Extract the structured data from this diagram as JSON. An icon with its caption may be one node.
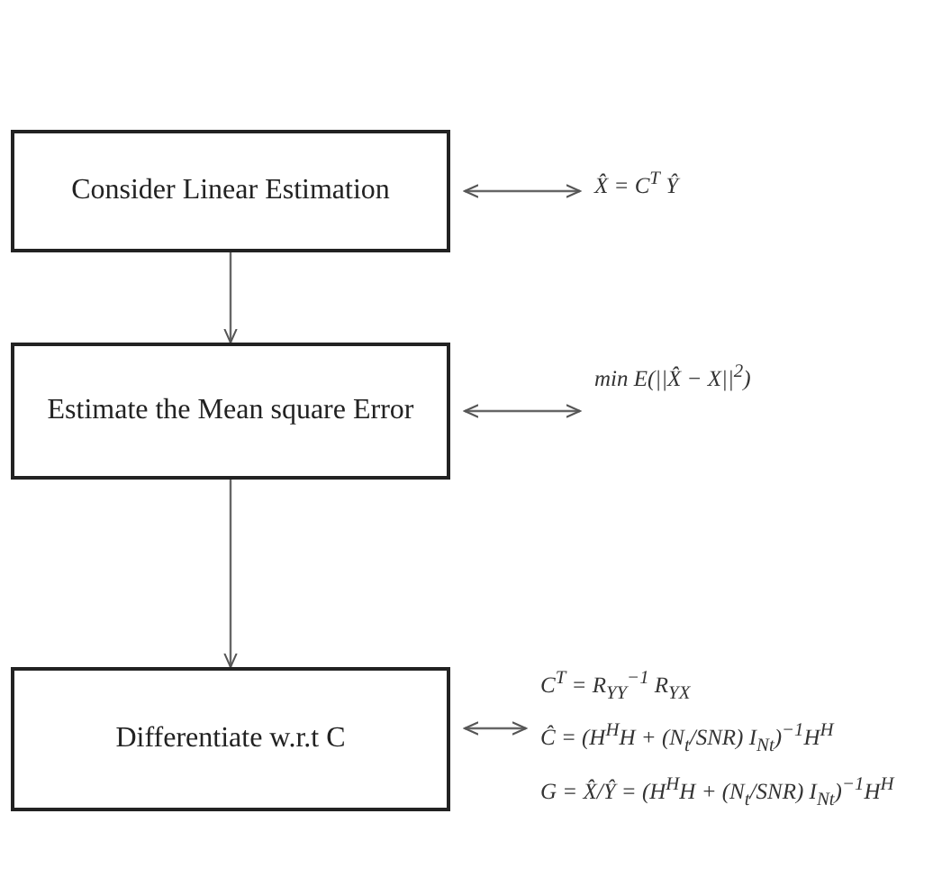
{
  "diagram": {
    "nodes": [
      {
        "text": [
          "Consider Linear Estimation"
        ]
      },
      {
        "text": [
          "X̂ = C$^{T}$ Ŷ"
        ]
      },
      {
        "text": [
          "Estimate the Mean square Error"
        ]
      },
      {
        "text": [
          "min E(||X̂ − X||$^{2}$)"
        ]
      },
      {
        "text": [
          "Differentiate w.r.t C"
        ]
      },
      {
        "text": [
          "C$^{T}$ = R$_{YY}$$^{−1}$ R$_{YX}$",
          "Ĉ = (H$^{H}$H + (N$_{t}$/SNR) I$_{Nt}$)$^{−1}$H$^{H}$",
          "G = X̂/Ŷ = (H$^{H}$H + (N$_{t}$/SNR) I$_{Nt}$)$^{−1}$H$^{H}$"
        ]
      }
    ],
    "edges": [
      {
        "from": 0,
        "to": 1,
        "arrow": "both"
      },
      {
        "from": 0,
        "to": 2,
        "arrow": "to"
      },
      {
        "from": 2,
        "to": 3,
        "arrow": "both"
      },
      {
        "from": 2,
        "to": 4,
        "arrow": "to"
      },
      {
        "from": 4,
        "to": 5,
        "arrow": "both"
      }
    ]
  }
}
